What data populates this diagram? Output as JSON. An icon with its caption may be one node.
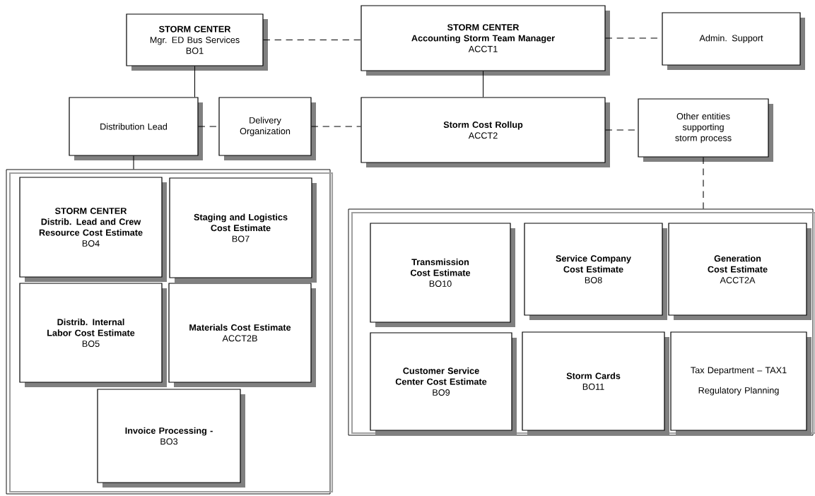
{
  "diagram": {
    "nodes": [
      {
        "text": [
          "STORM CENTER",
          "Mgr. ED Bus Services",
          "BO1"
        ]
      },
      {
        "text": [
          "STORM CENTER",
          "Accounting Storm Team Manager",
          "ACCT1"
        ]
      },
      {
        "text": [
          "Admin. Support"
        ]
      },
      {
        "text": [
          "Distribution Lead"
        ]
      },
      {
        "text": [
          "Delivery Organization"
        ]
      },
      {
        "text": [
          "Storm Cost Rollup",
          "ACCT2"
        ]
      },
      {
        "text": [
          "Other entities supporting storm process"
        ]
      },
      {
        "text": [],
        "shape": "box"
      },
      {
        "text": [
          "STORM CENTER Distrib. Lead and Crew Resource Cost Estimate",
          "BO4"
        ],
        "in": 7
      },
      {
        "text": [
          "Staging and Logistics Cost Estimate",
          "BO7"
        ],
        "in": 7
      },
      {
        "text": [
          "Distrib. Internal Labor Cost Estimate",
          "BO5"
        ],
        "in": 7
      },
      {
        "text": [
          "Materials Cost Estimate",
          "ACCT2B"
        ],
        "in": 7
      },
      {
        "text": [
          "Invoice Processing -",
          "BO3"
        ],
        "in": 7
      },
      {
        "text": [],
        "shape": "box"
      },
      {
        "text": [
          "Transmission Cost Estimate",
          "BO10"
        ],
        "in": 13
      },
      {
        "text": [
          "Service Company Cost Estimate",
          "BO8"
        ],
        "in": 13
      },
      {
        "text": [
          "Generation Cost Estimate",
          "ACCT2A"
        ],
        "in": 13
      },
      {
        "text": [
          "Customer Service Center Cost Estimate",
          "BO9"
        ],
        "in": 13
      },
      {
        "text": [
          "Storm Cards",
          "BO11"
        ],
        "in": 13
      },
      {
        "text": [
          "Tax Department – TAX1",
          "Regulatory Planning"
        ],
        "in": 13
      }
    ],
    "edges": [
      {
        "from": 0,
        "to": 1,
        "arrow": "none",
        "style": "dashed"
      },
      {
        "from": 1,
        "to": 2,
        "arrow": "none",
        "style": "dashed"
      },
      {
        "from": 0,
        "to": 3,
        "arrow": "none"
      },
      {
        "from": 1,
        "to": 5,
        "arrow": "none"
      },
      {
        "from": 3,
        "to": 4,
        "arrow": "none",
        "style": "dashed"
      },
      {
        "from": 4,
        "to": 5,
        "arrow": "none",
        "style": "dashed"
      },
      {
        "from": 5,
        "to": 6,
        "arrow": "none",
        "style": "dashed"
      },
      {
        "from": 3,
        "to": 7,
        "arrow": "none"
      },
      {
        "from": 6,
        "to": 13,
        "arrow": "none",
        "style": "dashed"
      }
    ]
  }
}
